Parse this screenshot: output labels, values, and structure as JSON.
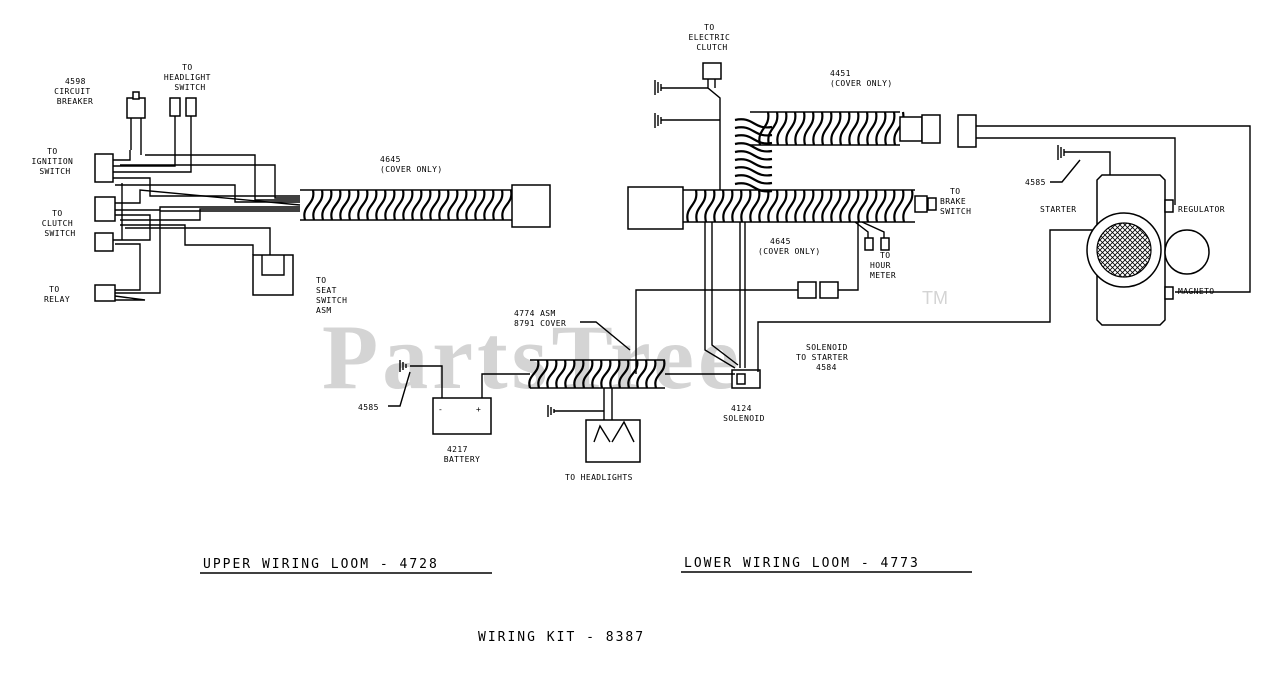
{
  "watermark": {
    "text": "PartsTree",
    "trademark": "TM"
  },
  "labels": {
    "circuit_breaker": [
      "4598",
      "CIRCUIT",
      "BREAKER"
    ],
    "headlight_switch": [
      "TO",
      "HEADLIGHT",
      "SWITCH"
    ],
    "ignition_switch": [
      "TO",
      "IGNITION",
      "SWITCH"
    ],
    "clutch_switch": [
      "TO",
      "CLUTCH",
      "SWITCH"
    ],
    "relay": [
      "TO",
      "RELAY"
    ],
    "upper_cover": [
      "4645",
      "(COVER ONLY)"
    ],
    "seat_switch": [
      "TO",
      "SEAT",
      "SWITCH",
      "ASM"
    ],
    "electric_clutch": [
      "TO",
      "ELECTRIC",
      "CLUTCH"
    ],
    "lower_cover_top": [
      "4451",
      "(COVER ONLY)"
    ],
    "brake_switch": [
      "TO",
      "BRAKE",
      "SWITCH"
    ],
    "lower_cover_mid": [
      "4645",
      "(COVER ONLY)"
    ],
    "hour_meter": [
      "TO",
      "HOUR",
      "METER"
    ],
    "ground_right": "4585",
    "starter": "STARTER",
    "regulator": "REGULATOR",
    "magneto": "MAGNETO",
    "solenoid_to_starter": [
      "SOLENOID",
      "TO STARTER",
      "4584"
    ],
    "asm_cover": [
      "4774 ASM",
      "8791 COVER"
    ],
    "ground_left": "4585",
    "battery": [
      "4217",
      "BATTERY"
    ],
    "solenoid": [
      "4124",
      "SOLENOID"
    ],
    "headlights": "TO HEADLIGHTS"
  },
  "titles": {
    "upper": "UPPER WIRING LOOM - 4728",
    "lower": "LOWER WIRING LOOM - 4773",
    "kit": "WIRING KIT - 8387"
  }
}
